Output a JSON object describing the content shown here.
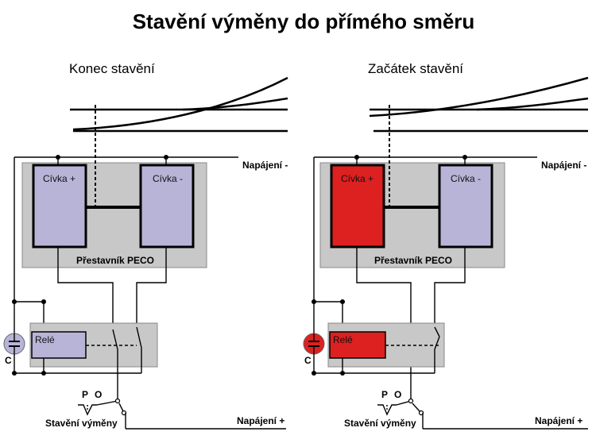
{
  "title": "Stavění výměny do přímého směru",
  "colors": {
    "inactive_fill": "#b8b4d8",
    "active_fill": "#dd2020",
    "housing_fill": "#c8c8c8",
    "wire": "#000000"
  },
  "panels": [
    {
      "subtitle": "Konec stavění",
      "coil_plus": "Cívka +",
      "coil_minus": "Cívka -",
      "machine_label": "Přestavník PECO",
      "relay_label": "Relé",
      "capacitor_label": "C",
      "power_minus": "Napájení -",
      "power_plus": "Napájení +",
      "switch_label": "Stavění výměny",
      "switch_p": "P",
      "switch_o": "O",
      "coil_plus_active": false,
      "relay_active": false,
      "capacitor_active": false
    },
    {
      "subtitle": "Začátek stavění",
      "coil_plus": "Cívka +",
      "coil_minus": "Cívka -",
      "machine_label": "Přestavník PECO",
      "relay_label": "Relé",
      "capacitor_label": "C",
      "power_minus": "Napájení -",
      "power_plus": "Napájení +",
      "switch_label": "Stavění výměny",
      "switch_p": "P",
      "switch_o": "O",
      "coil_plus_active": true,
      "relay_active": true,
      "capacitor_active": true
    }
  ]
}
